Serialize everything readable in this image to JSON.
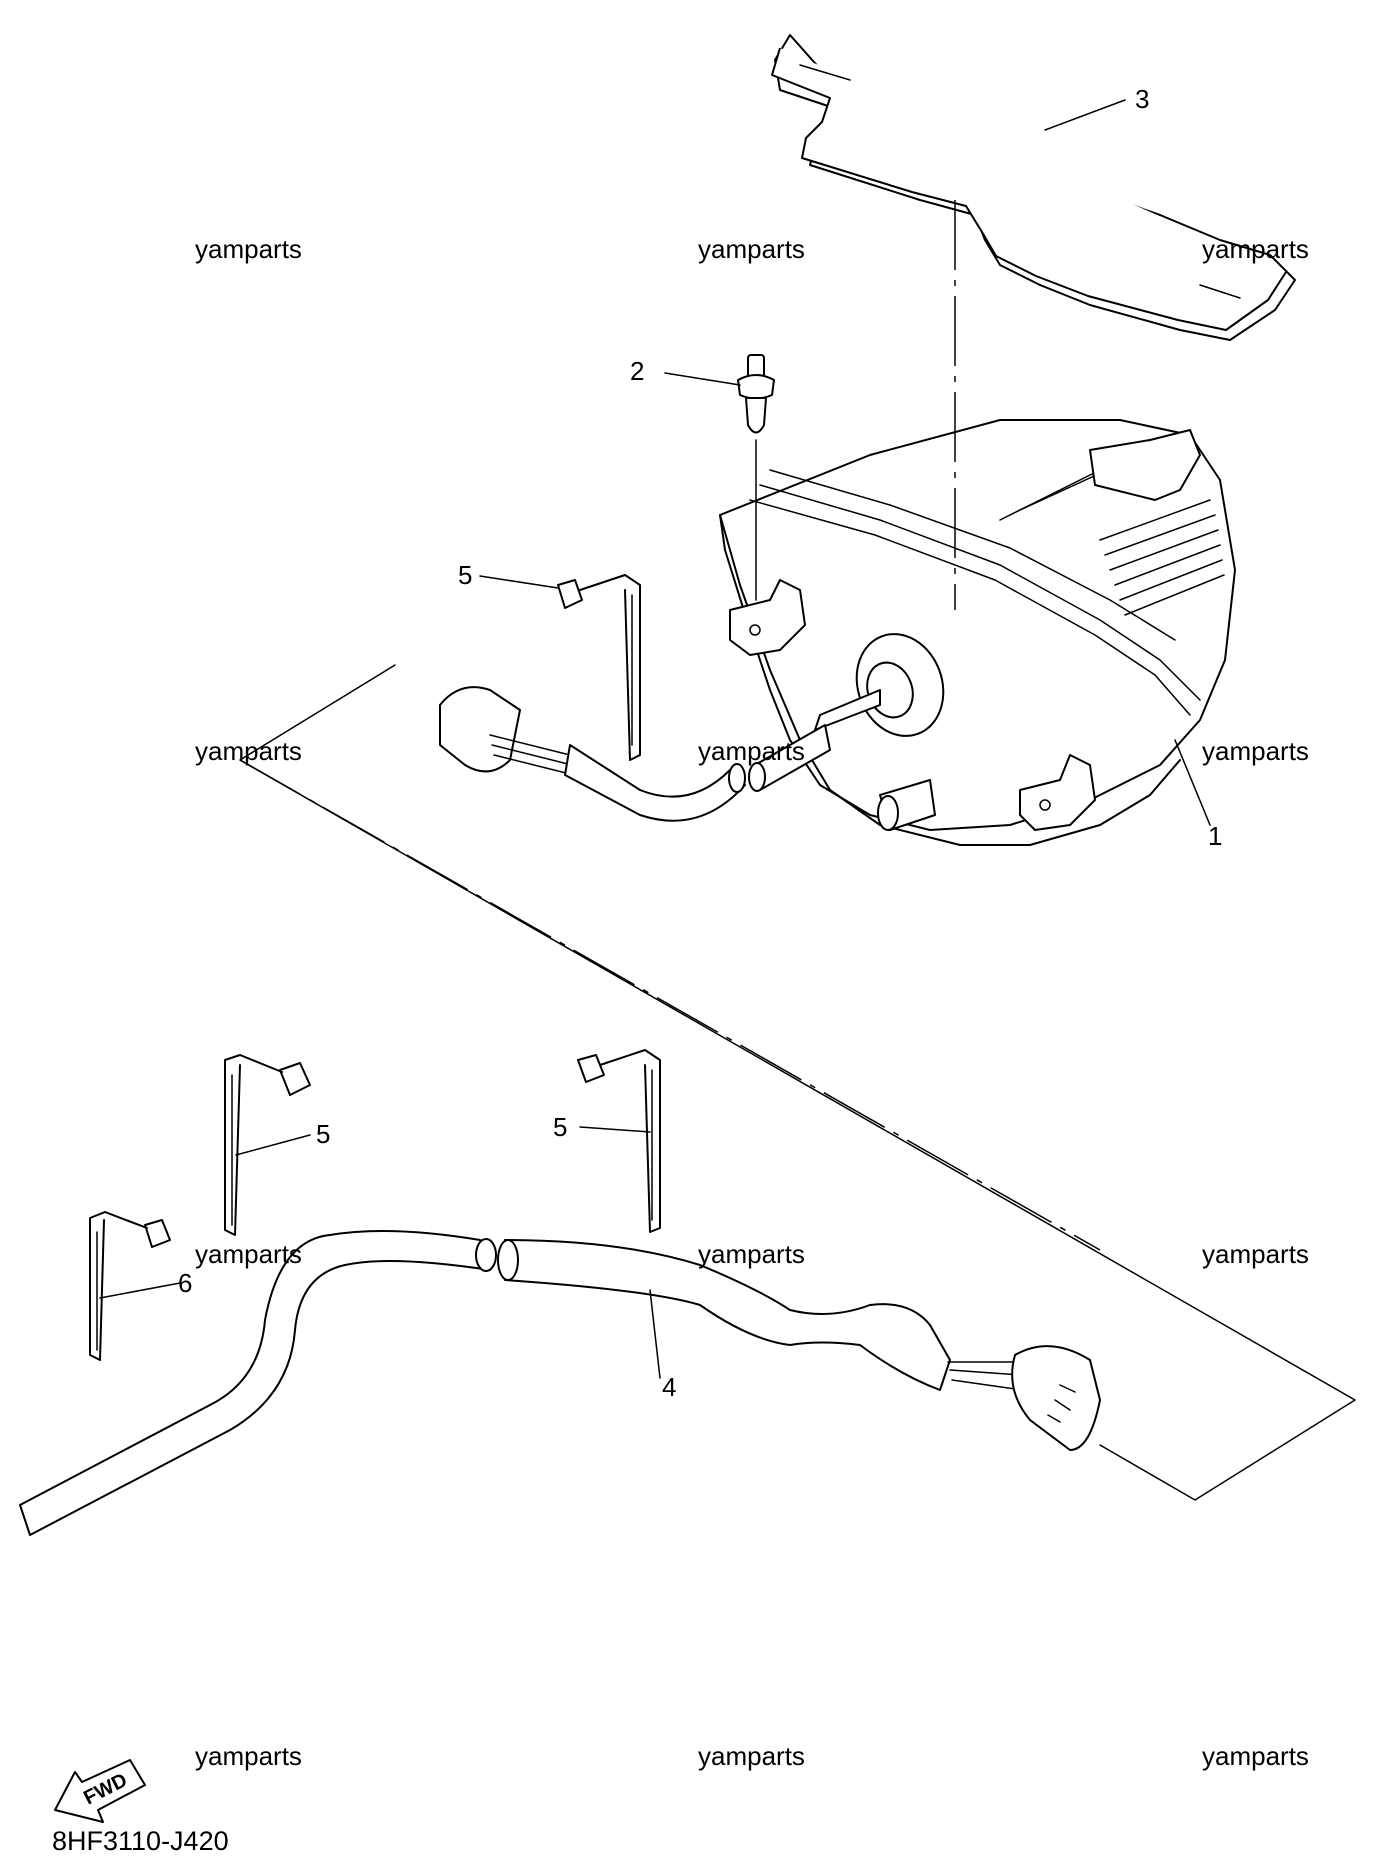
{
  "diagram": {
    "callouts": [
      "1",
      "2",
      "3",
      "4",
      "5",
      "5",
      "5",
      "6"
    ],
    "watermark": "yamparts",
    "fwd_label": "FWD",
    "drawing_code": "8HF3110-J420"
  },
  "parts": [
    {
      "ref": "1",
      "icon": "tail-light-assembly-icon"
    },
    {
      "ref": "2",
      "icon": "rivet-icon"
    },
    {
      "ref": "3",
      "icon": "pad-icon"
    },
    {
      "ref": "4",
      "icon": "wire-harness-icon"
    },
    {
      "ref": "5",
      "icon": "cable-tie-icon"
    },
    {
      "ref": "6",
      "icon": "cable-tie-icon"
    }
  ]
}
